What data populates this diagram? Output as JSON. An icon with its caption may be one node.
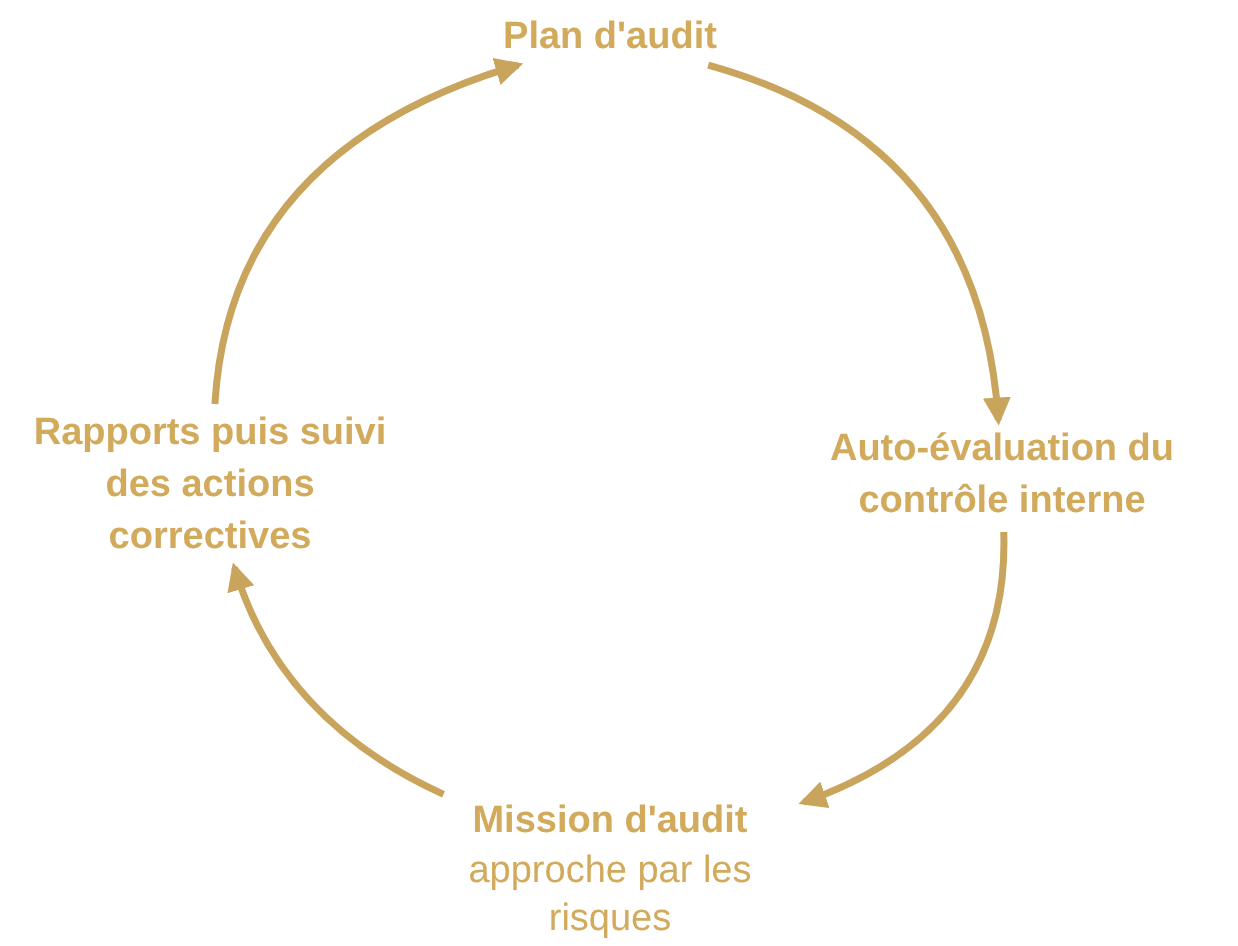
{
  "diagram": {
    "nodes": [
      {
        "text": [
          "Plan d'audit"
        ]
      },
      {
        "text": [
          "Auto-évaluation du contrôle interne"
        ]
      },
      {
        "text": [
          "Mission d'audit",
          "approche par les risques"
        ]
      },
      {
        "text": [
          "Rapports puis suivi des actions correctives"
        ]
      }
    ],
    "edges": [
      {
        "from": 0,
        "to": 1,
        "arrow": "to"
      },
      {
        "from": 1,
        "to": 2,
        "arrow": "to"
      },
      {
        "from": 2,
        "to": 3,
        "arrow": "to"
      },
      {
        "from": 3,
        "to": 0,
        "arrow": "to"
      }
    ]
  }
}
